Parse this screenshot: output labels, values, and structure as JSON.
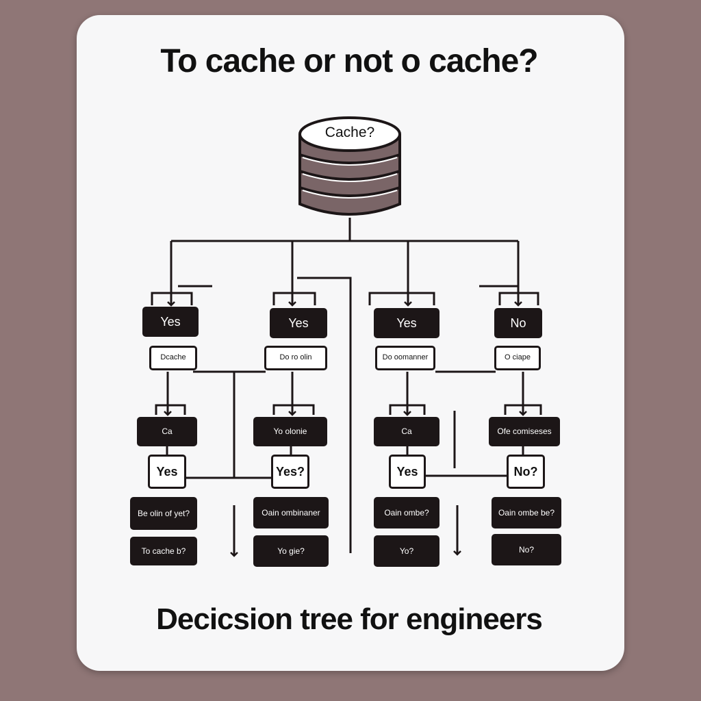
{
  "title": "To cache or not o cache?",
  "footer": "Decicsion tree for engineers",
  "root": {
    "label": "Cache?"
  },
  "branches": [
    {
      "decision": "Yes",
      "sub": "Dcache",
      "node": "Ca",
      "answer": "Yes",
      "question": "Be olin of yet?",
      "leaf": "To cache b?"
    },
    {
      "decision": "Yes",
      "sub": "Do ro olin",
      "node": "Yo olonie",
      "answer": "Yes?",
      "question": "Oain ombinaner",
      "leaf": "Yo gie?"
    },
    {
      "decision": "Yes",
      "sub": "Do oomanner",
      "node": "Ca",
      "answer": "Yes",
      "question": "Oain ombe?",
      "leaf": "Yo?"
    },
    {
      "decision": "No",
      "sub": "O ciape",
      "node": "Ofe comiseses",
      "answer": "No?",
      "question": "Oain ombe be?",
      "leaf": "No?"
    }
  ],
  "colors": {
    "background": "#8f7676",
    "card": "#f7f7f8",
    "ink": "#1c1617",
    "db_band": "#7a6567"
  }
}
